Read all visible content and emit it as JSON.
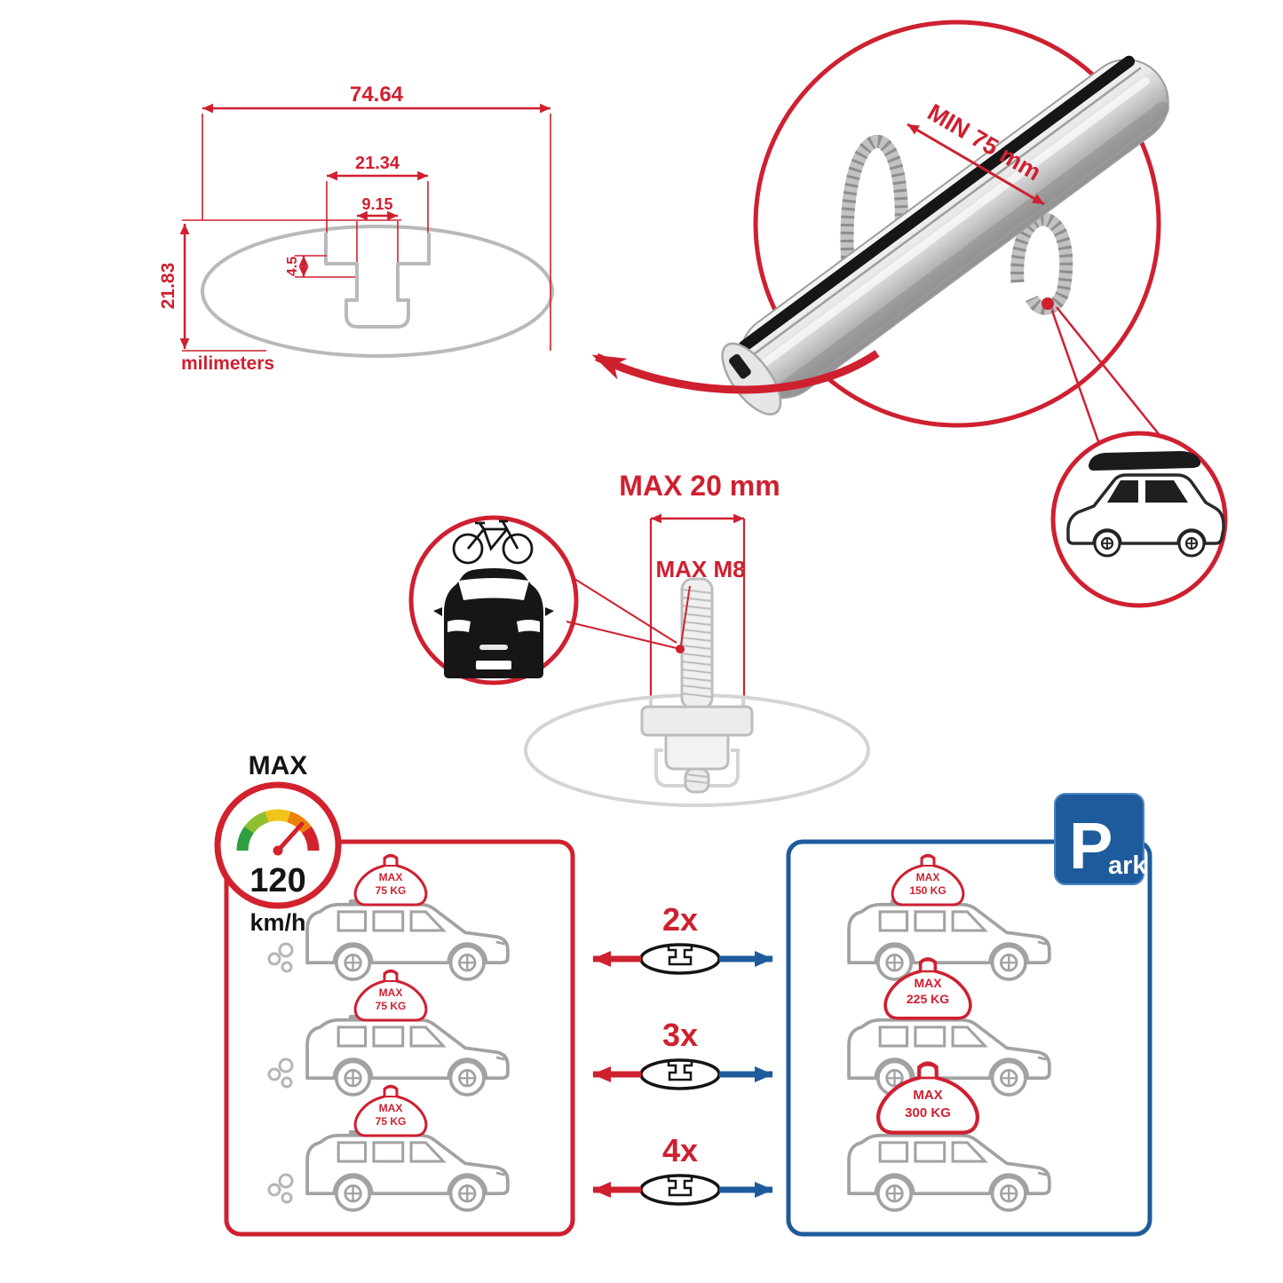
{
  "cross_section": {
    "dim_total_width": "74.64",
    "dim_channel_width": "21.34",
    "dim_slot_width": "9.15",
    "dim_lip_depth": "4.5",
    "dim_total_height": "21.83",
    "units": "milimeters"
  },
  "bar_detail": {
    "min_spacing": "MIN 75 mm"
  },
  "bolt_detail": {
    "max_width": "MAX 20 mm",
    "max_thread": "MAX M8"
  },
  "speed_badge": {
    "label": "MAX",
    "value": "120",
    "units": "km/h"
  },
  "park_sign": {
    "letter": "P",
    "rest": "ark"
  },
  "comparison": {
    "counts": [
      "2x",
      "3x",
      "4x"
    ],
    "driving_loads": [
      [
        "MAX",
        "75 KG"
      ],
      [
        "MAX",
        "75 KG"
      ],
      [
        "MAX",
        "75 KG"
      ]
    ],
    "parked_loads": [
      [
        "MAX",
        "150 KG"
      ],
      [
        "MAX",
        "225 KG"
      ],
      [
        "MAX",
        "300 KG"
      ]
    ]
  },
  "colors": {
    "red": "#cf2030",
    "blue": "#1e5b9c",
    "gray": "#b9b9b9",
    "dark": "#141414"
  }
}
